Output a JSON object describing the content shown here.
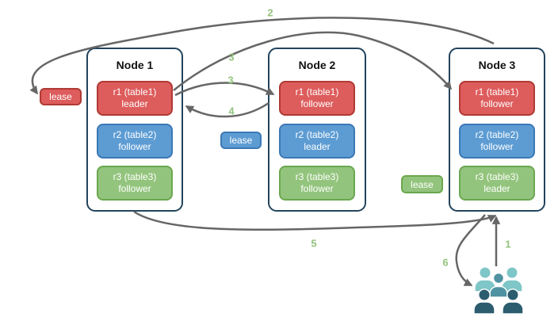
{
  "colors": {
    "red-fill": "#dd5c5c",
    "red-border": "#b03a34",
    "blue-fill": "#5d9cd3",
    "blue-border": "#3c78b5",
    "green-fill": "#93c47d",
    "green-border": "#6aa84f",
    "node-border": "#23445d",
    "arrow": "#666666",
    "step-label": "#93c47d",
    "people-light": "#7fc6c8",
    "people-mid": "#4f93a3",
    "people-dark": "#2b5d6e"
  },
  "diagram": {
    "type": "distributed-database-replication-flow",
    "nodes": [
      {
        "title": "Node 1",
        "replicas": [
          {
            "name": "r1 (table1)",
            "role": "leader",
            "color": "red"
          },
          {
            "name": "r2 (table2)",
            "role": "follower",
            "color": "blue"
          },
          {
            "name": "r3 (table3)",
            "role": "follower",
            "color": "green"
          }
        ]
      },
      {
        "title": "Node 2",
        "replicas": [
          {
            "name": "r1 (table1)",
            "role": "follower",
            "color": "red"
          },
          {
            "name": "r2 (table2)",
            "role": "leader",
            "color": "blue"
          },
          {
            "name": "r3 (table3)",
            "role": "follower",
            "color": "green"
          }
        ]
      },
      {
        "title": "Node 3",
        "replicas": [
          {
            "name": "r1 (table1)",
            "role": "follower",
            "color": "red"
          },
          {
            "name": "r2 (table2)",
            "role": "follower",
            "color": "blue"
          },
          {
            "name": "r3 (table3)",
            "role": "leader",
            "color": "green"
          }
        ]
      }
    ],
    "leases": [
      {
        "label": "lease",
        "color": "red",
        "beside": "r1 leader on Node 1"
      },
      {
        "label": "lease",
        "color": "blue",
        "beside": "r2 leader on Node 2"
      },
      {
        "label": "lease",
        "color": "green",
        "beside": "r3 leader on Node 3"
      }
    ],
    "steps": [
      {
        "num": "1",
        "from": "clients",
        "to": "Node 3"
      },
      {
        "num": "2",
        "from": "Node 3",
        "to": "red lease (r1 leader on Node 1)"
      },
      {
        "num": "3",
        "from": "r1 leader (Node 1)",
        "to": "r1 follower (Node 3)"
      },
      {
        "num": "3",
        "from": "r1 leader (Node 1)",
        "to": "r1 follower (Node 2)"
      },
      {
        "num": "4",
        "from": "r1 follower (Node 2)",
        "to": "r1 leader (Node 1)"
      },
      {
        "num": "5",
        "from": "Node 1",
        "to": "Node 3"
      },
      {
        "num": "6",
        "from": "Node 3",
        "to": "clients"
      }
    ]
  }
}
